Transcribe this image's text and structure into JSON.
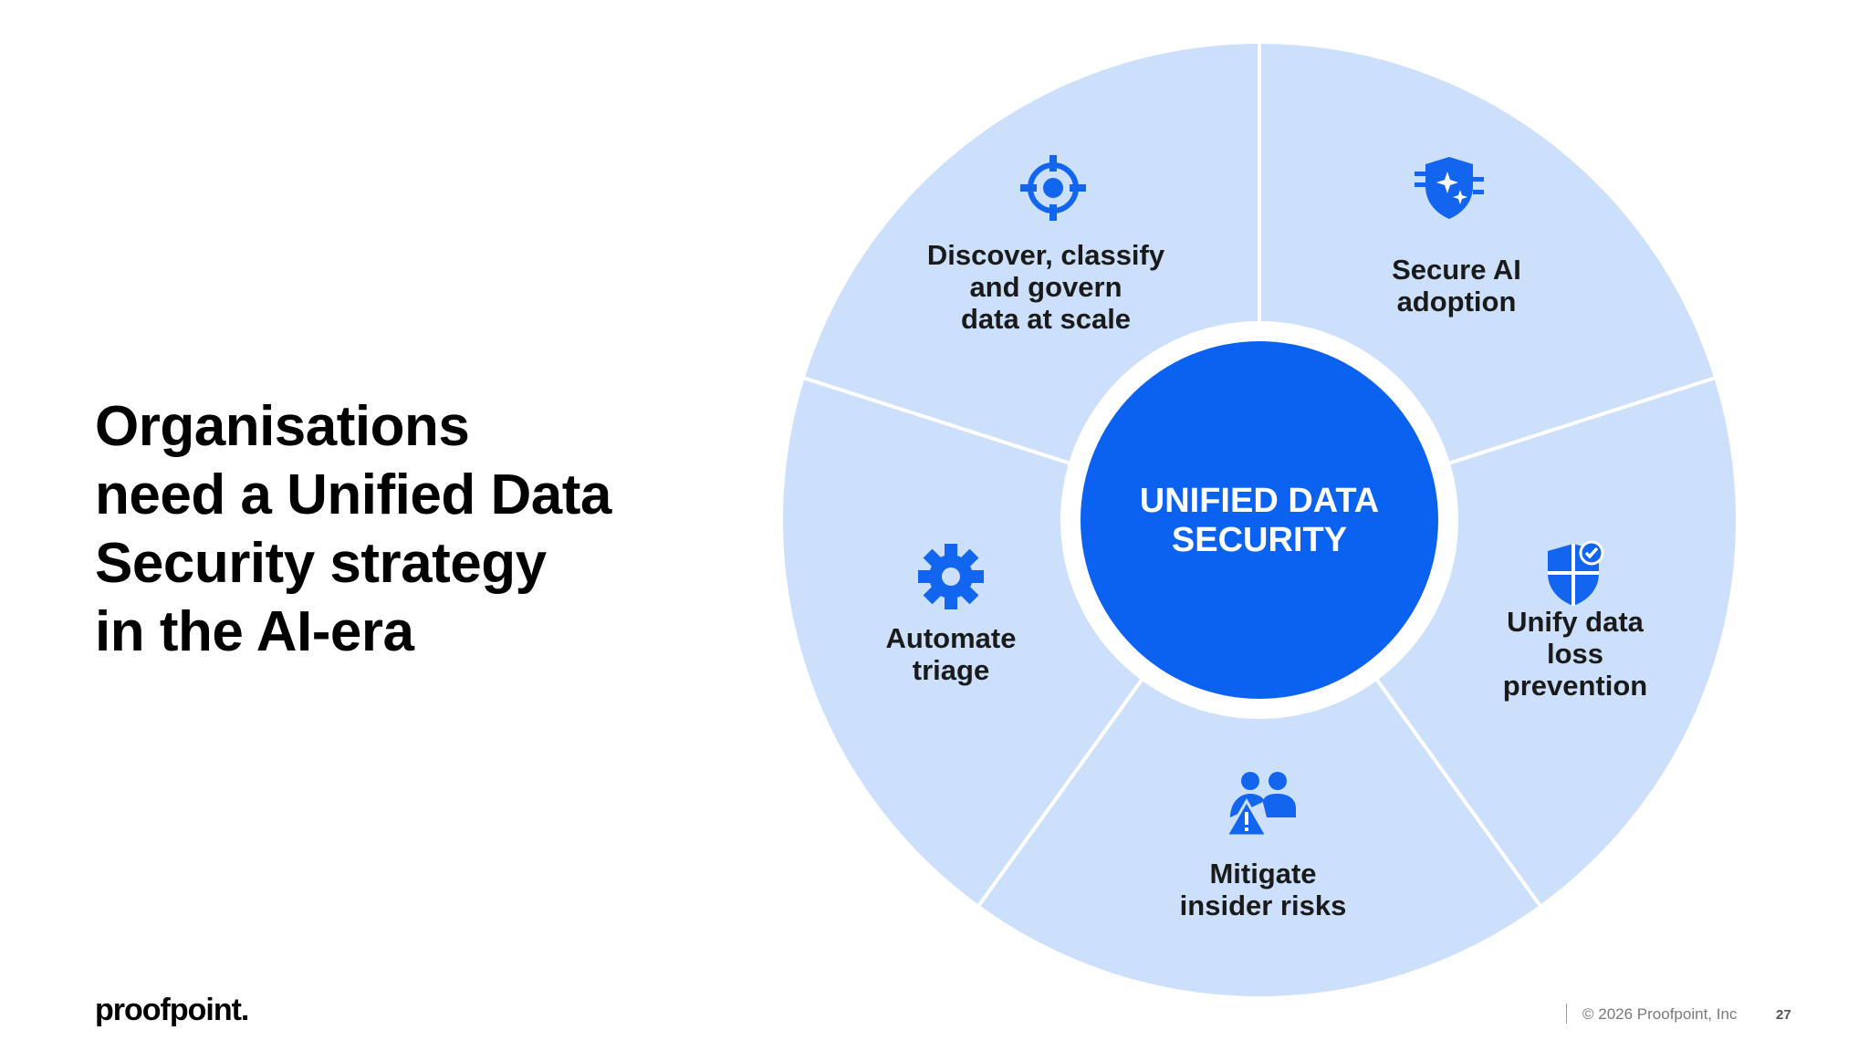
{
  "slide": {
    "headline_lines": [
      "Organisations",
      "need a Unified Data",
      "Security strategy",
      "in the AI-era"
    ]
  },
  "diagram": {
    "center_lines": [
      "UNIFIED DATA",
      "SECURITY"
    ],
    "segments": [
      {
        "icon": "target-icon",
        "lines": [
          "Discover, classify",
          "and govern",
          "data at scale"
        ]
      },
      {
        "icon": "ai-shield-icon",
        "lines": [
          "Secure AI",
          "adoption"
        ]
      },
      {
        "icon": "shield-check-icon",
        "lines": [
          "Unify data",
          "loss",
          "prevention"
        ]
      },
      {
        "icon": "users-warning-icon",
        "lines": [
          "Mitigate",
          "insider risks"
        ]
      },
      {
        "icon": "gear-icon",
        "lines": [
          "Automate",
          "triage"
        ]
      }
    ],
    "colors": {
      "segment_fill": "#cce0fb",
      "center_fill": "#0b62f0",
      "icon_color": "#1165ee",
      "divider": "#ffffff"
    }
  },
  "footer": {
    "logo": "proofpoint.",
    "copyright": "© 2026 Proofpoint, Inc",
    "page_number": "27"
  }
}
